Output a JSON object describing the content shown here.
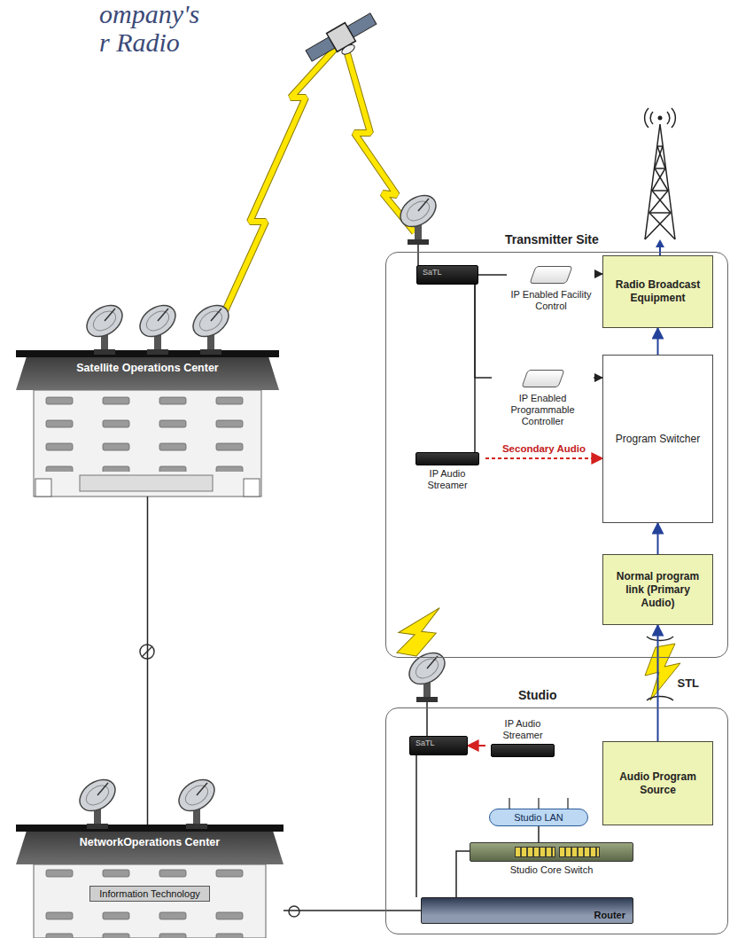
{
  "diagram": {
    "title": "ompany's r Radio",
    "nodes": [
      {
        "text": [
          "Satellite Operations Center"
        ]
      },
      {
        "text": [
          "Transmitter Site"
        ]
      },
      {
        "text": [
          "SaTL"
        ],
        "in": 1
      },
      {
        "text": [
          "IP Enabled Facility Control"
        ],
        "in": 1
      },
      {
        "text": [
          "Radio Broadcast Equipment"
        ],
        "in": 1
      },
      {
        "text": [
          "IP Enabled Programmable Controller"
        ],
        "in": 1
      },
      {
        "text": [
          "Program Switcher"
        ],
        "in": 1
      },
      {
        "text": [
          "IP Audio Streamer"
        ],
        "in": 1
      },
      {
        "text": [
          "Normal program link (Primary Audio)"
        ],
        "in": 1
      },
      {
        "text": [
          "Studio"
        ]
      },
      {
        "text": [
          "SaTL"
        ],
        "in": 9
      },
      {
        "text": [
          "IP Audio Streamer"
        ],
        "in": 9
      },
      {
        "text": [
          "Audio Program Source"
        ],
        "in": 9
      },
      {
        "text": [
          "Studio LAN"
        ],
        "in": 9
      },
      {
        "text": [
          "Studio Core Switch"
        ],
        "in": 9
      },
      {
        "text": [
          "Router"
        ],
        "in": 9
      },
      {
        "text": [
          "NetworkOperations Center",
          "Information Technology"
        ]
      }
    ],
    "edges": [
      {
        "from": 0,
        "to": 16,
        "arrow": "none"
      },
      {
        "from": 16,
        "to": 15,
        "arrow": "none"
      },
      {
        "from": 2,
        "to": 3,
        "arrow": "none"
      },
      {
        "from": 3,
        "to": 4,
        "arrow": "to"
      },
      {
        "from": 2,
        "to": 5,
        "arrow": "none"
      },
      {
        "from": 5,
        "to": 6,
        "arrow": "to"
      },
      {
        "from": 2,
        "to": 7,
        "arrow": "none"
      },
      {
        "from": 7,
        "to": 6,
        "arrow": "to",
        "label": "Secondary Audio"
      },
      {
        "from": 8,
        "to": 6,
        "arrow": "to"
      },
      {
        "from": 6,
        "to": 4,
        "arrow": "to"
      },
      {
        "from": 12,
        "to": 8,
        "arrow": "to",
        "label": "STL"
      },
      {
        "from": 11,
        "to": 10,
        "arrow": "to"
      },
      {
        "from": 10,
        "to": 15,
        "arrow": "none"
      },
      {
        "from": 13,
        "to": 14,
        "arrow": "none"
      },
      {
        "from": 14,
        "to": 15,
        "arrow": "none"
      }
    ]
  }
}
